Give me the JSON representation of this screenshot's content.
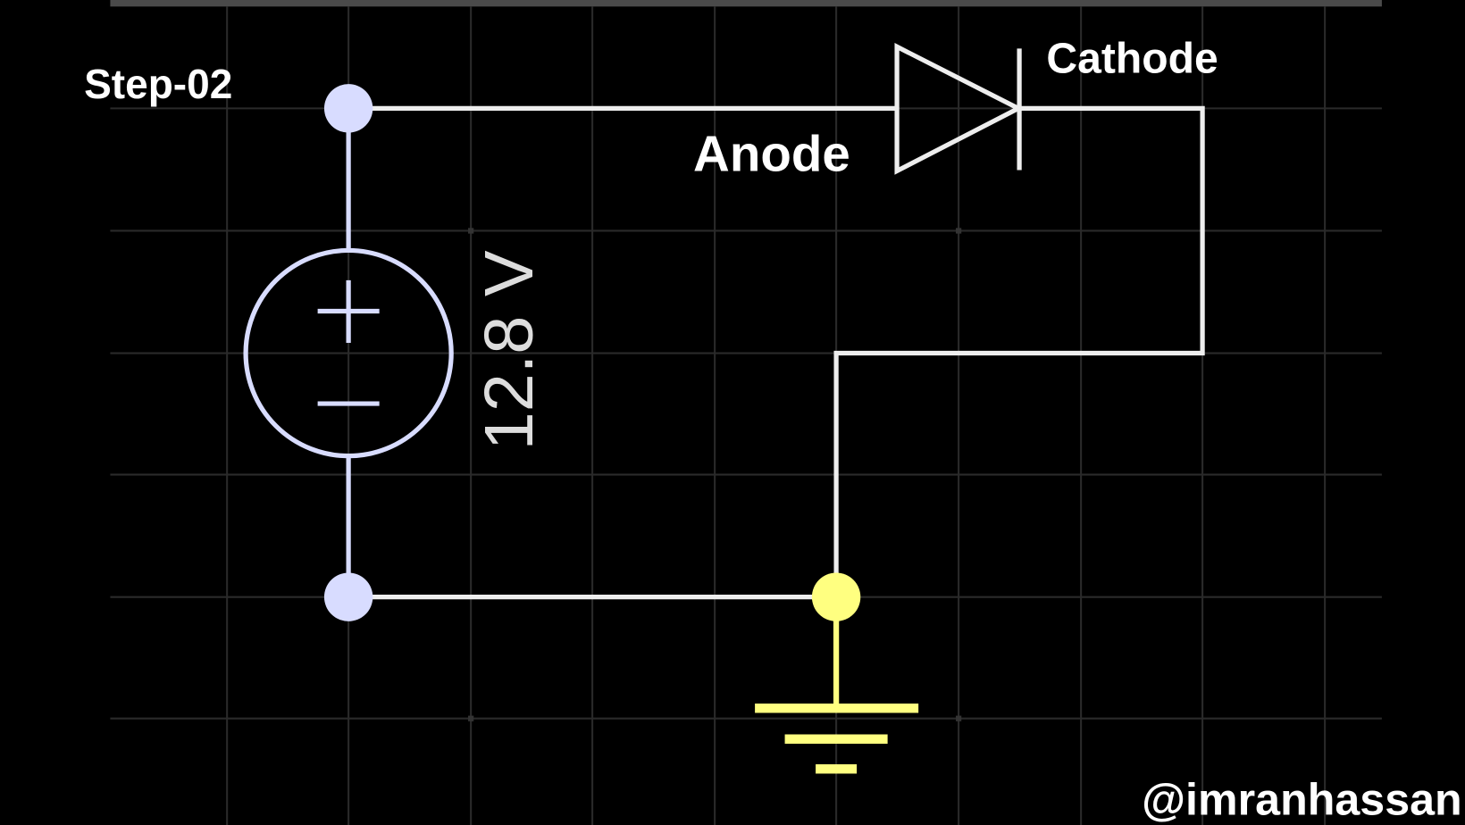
{
  "labels": {
    "step": "Step-02",
    "anode": "Anode",
    "cathode": "Cathode",
    "voltage": "12.8 V",
    "watermark": "@imranhassan"
  },
  "colors": {
    "background": "#000000",
    "wire": "#eeeeee",
    "source": "#d8dcff",
    "ground": "#ffff80",
    "grid": "#2a2a2a",
    "top_bar": "#4a4a4a"
  }
}
